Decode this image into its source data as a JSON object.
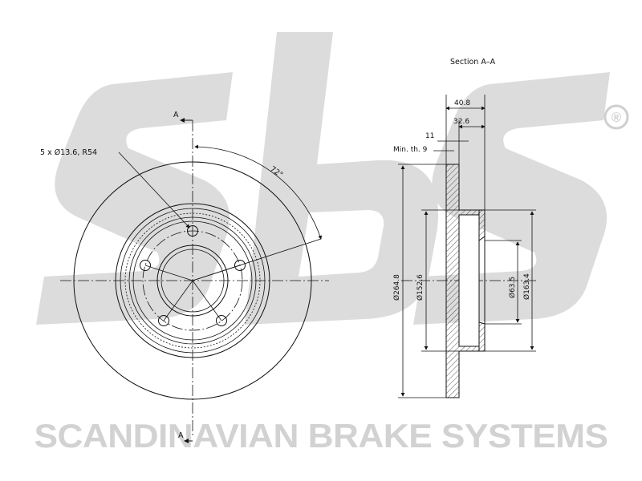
{
  "brand": {
    "watermark_logo": "sbs",
    "registered_mark": "®",
    "watermark_slogan": "SCANDINAVIAN BRAKE SYSTEMS"
  },
  "front_view": {
    "bolt_label": "5 x Ø13.6, R54",
    "angle_label": "72°",
    "section_marker_top": "A",
    "section_marker_bottom": "A"
  },
  "section_view": {
    "title": "Section A–A",
    "dim_overall_width": "40.8",
    "dim_hat_width": "32.6",
    "dim_disc_thickness": "11",
    "dim_min_thickness": "Min. th. 9",
    "dim_outer_diameter": "Ø264.8",
    "dim_pilot_diameter": "Ø152.6",
    "dim_center_bore": "Ø63.5",
    "dim_hat_diameter": "Ø163.4"
  }
}
